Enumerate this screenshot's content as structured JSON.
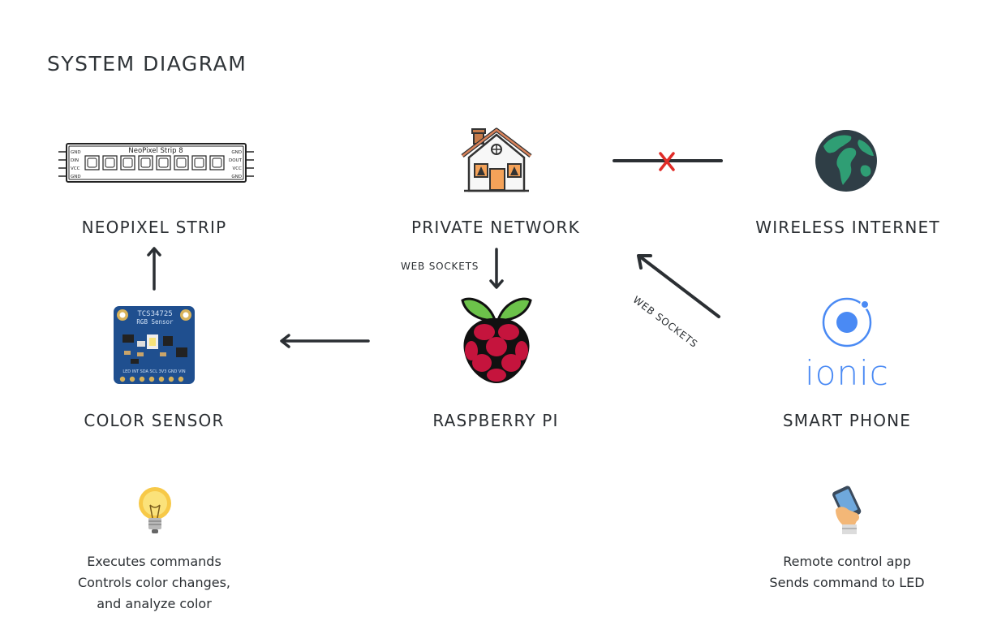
{
  "title": "SYSTEM DIAGRAM",
  "nodes": {
    "neopixel": {
      "label": "NEOPIXEL STRIP",
      "board_title": "NeoPixel Strip 8",
      "pins_left": [
        "GND",
        "DIN",
        "VCC",
        "GND"
      ],
      "pins_right": [
        "GND",
        "DOUT",
        "VCC",
        "GND"
      ]
    },
    "network": {
      "label": "PRIVATE NETWORK"
    },
    "internet": {
      "label": "WIRELESS INTERNET"
    },
    "sensor": {
      "label": "COLOR SENSOR",
      "chip_text": "TCS34725",
      "chip_sub": "RGB Sensor",
      "pin_row": "LED INT SDA SCL 3V3 GND VIN"
    },
    "pi": {
      "label": "RASPBERRY PI"
    },
    "phone": {
      "label": "SMART PHONE",
      "logo_text": "ionic"
    }
  },
  "edges": {
    "network_to_pi": "WEB SOCKETS",
    "phone_to_network": "WEB SOCKETS"
  },
  "descriptions": {
    "sensor": [
      "Executes commands",
      "Controls color changes,",
      "and analyze color"
    ],
    "phone": [
      "Remote control app",
      "Sends command to LED"
    ]
  },
  "colors": {
    "text": "#2b2f33",
    "arrow": "#2b2f33",
    "blocked": "#e02b27",
    "ionic_blue": "#4a8af4",
    "globe_ocean": "#2f3e46",
    "globe_land": "#2f9e74",
    "sensor_board": "#1f4f8f",
    "pi_red": "#c5143d",
    "pi_leaf": "#6cc24a"
  }
}
